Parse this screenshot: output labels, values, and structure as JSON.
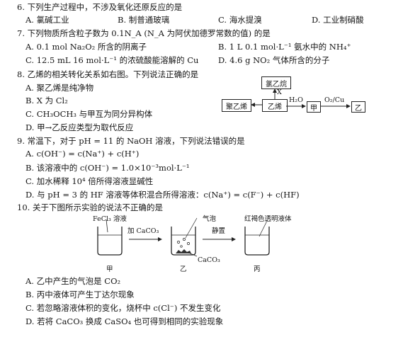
{
  "q6": {
    "stem": "6. 下列生产过程中，不涉及氧化还原反应的是",
    "options": [
      "A. 氯碱工业",
      "B. 制普通玻璃",
      "C. 海水提溴",
      "D. 工业制硝酸"
    ]
  },
  "q7": {
    "stem": "7. 下列物质所含粒子数为 0.1N_A (N_A 为阿伏加德罗常数的值) 的是",
    "options": [
      "A. 0.1 mol Na₂O₂ 所含的阴离子",
      "B. 1 L 0.1 mol·L⁻¹ 氨水中的 NH₄⁺",
      "C. 12.5 mL 16 mol·L⁻¹ 的浓硫酸能溶解的 Cu",
      "D. 4.6 g NO₂ 气体所含的分子"
    ]
  },
  "q8": {
    "stem": "8. 乙烯的相关转化关系如右图。下列说法正确的是",
    "options": [
      "A. 聚乙烯是纯净物",
      "B. X 为 Cl₂",
      "C. CH₃OCH₃ 与甲互为同分异构体",
      "D. 甲→乙反应类型为取代反应"
    ],
    "diagram": {
      "chloroethane": "氯乙烷",
      "polyethylene": "聚乙烯",
      "ethylene": "乙烯",
      "jia": "甲",
      "yi": "乙",
      "x_label": "X",
      "h2o_label": "H₂O",
      "o2cu_label": "O₂/Cu"
    }
  },
  "q9": {
    "stem": "9. 常温下，对于 pH = 11 的 NaOH 溶液，下列说法错误的是",
    "options": [
      "A. c(OH⁻) = c(Na⁺) + c(H⁺)",
      "B. 该溶液中的 c(OH⁻) = 1.0×10⁻³mol·L⁻¹",
      "C. 加水稀释 10⁴ 倍所得溶液显碱性",
      "D. 与 pH = 3 的 HF 溶液等体积混合所得溶液：c(Na⁺) = c(F⁻) + c(HF)"
    ]
  },
  "q10": {
    "stem": "10. 关于下图所示实验的说法不正确的是",
    "figure": {
      "fecl3_label": "FeCl₃ 溶液",
      "add_caco3": "加 CaCO₃",
      "bubble_label": "气泡",
      "caco3_label": "CaCO₃",
      "settle_label": "静置",
      "red_liquid_label": "红褐色透明液体",
      "beaker_jia": "甲",
      "beaker_yi": "乙",
      "beaker_bing": "丙"
    },
    "options": [
      "A. 乙中产生的气泡是 CO₂",
      "B. 丙中液体可产生丁达尔现象",
      "C. 若忽略溶液体积的变化，烧杯中 c(Cl⁻) 不发生变化",
      "D. 若将 CaCO₃ 换成 CaSO₄ 也可得到相同的实验现象"
    ]
  }
}
